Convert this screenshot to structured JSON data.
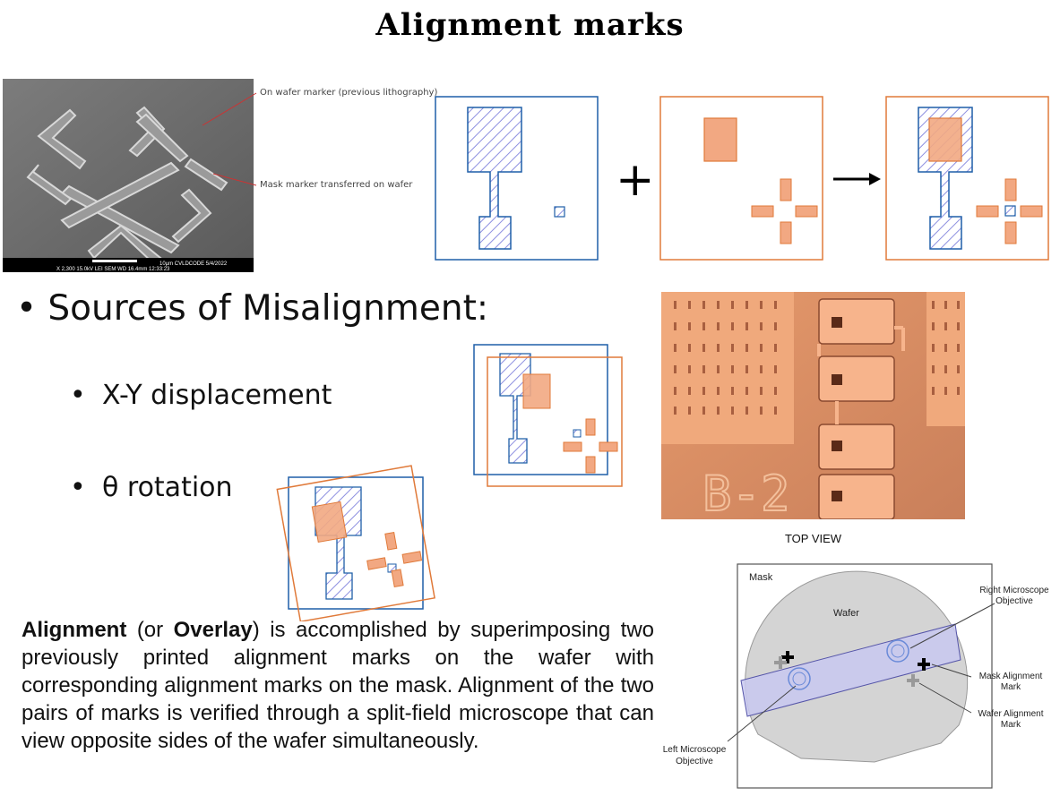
{
  "title": "Alignment marks",
  "sem": {
    "label_on_wafer": "On wafer marker (previous lithography)",
    "label_mask": "Mask marker transferred on wafer",
    "scale_text": "10µm  CVLDCODE 5/4/2022",
    "info_text": "X 2,300    15.0kV LEI    SEM    WD 16.4mm 12:33:23"
  },
  "symbols": {
    "plus": "+"
  },
  "bullets": {
    "main": "Sources of Misalignment:",
    "xy": "X-Y displacement",
    "rotation": "θ rotation"
  },
  "paragraph": {
    "bold1": "Alignment",
    "part1": " (or ",
    "bold2": "Overlay",
    "part2": ") is accomplished by superimposing two previously printed alignment marks on the wafer with corresponding alignment marks on the mask. Alignment of the two pairs of marks is verified through a split-field microscope that can view opposite sides of the wafer simultaneously."
  },
  "photo": {
    "engraved_text": "B-2"
  },
  "top_view_label": "TOP VIEW",
  "schematic": {
    "mask": "Mask",
    "wafer": "Wafer",
    "right_objective_1": "Right Microscope",
    "right_objective_2": "Objective",
    "mask_mark_1": "Mask Alignment",
    "mask_mark_2": "Mark",
    "wafer_mark_1": "Wafer Alignment",
    "wafer_mark_2": "Mark",
    "left_objective_1": "Left Microscope",
    "left_objective_2": "Objective"
  },
  "colors": {
    "blue": "#1f5fa8",
    "orange": "#e07a3a",
    "orange_fill": "#f2a882",
    "hatch": "#8d8fe0"
  }
}
